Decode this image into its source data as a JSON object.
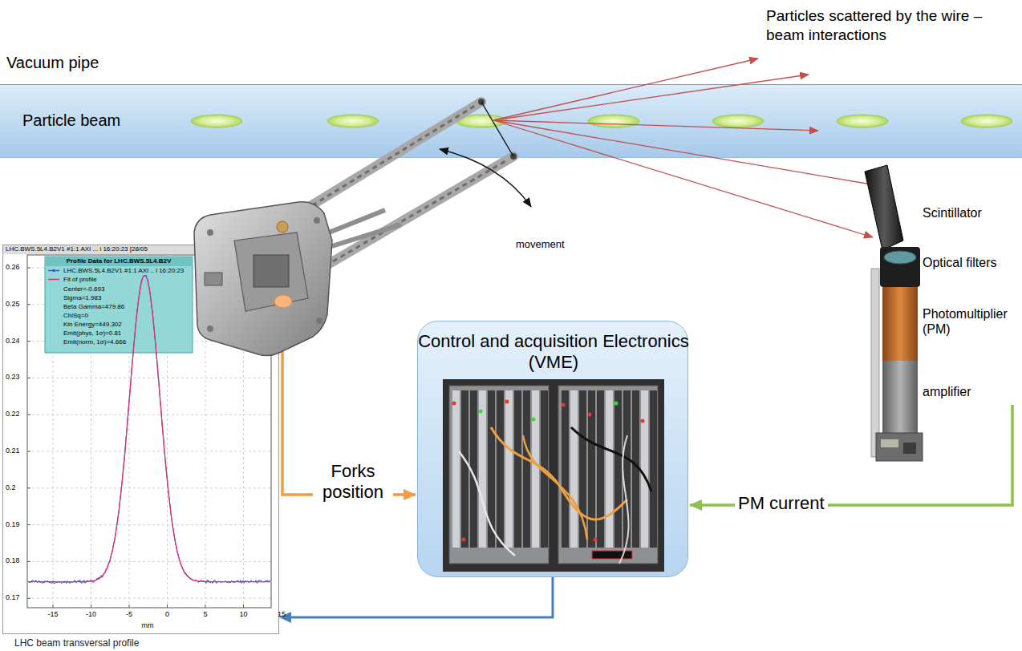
{
  "diagram": {
    "nodes": [
      {
        "text": [
          "Vacuum pipe",
          "Particle beam"
        ]
      },
      {
        "text": [
          "LHC beam transversal profile"
        ]
      },
      {
        "text": [
          "Control and acquisition Electronics (VME)"
        ]
      }
    ],
    "edges": [
      {
        "from": 2,
        "to": 1,
        "arrow": "to"
      }
    ],
    "labels": [
      "Particles scattered by the wire – beam interactions",
      "movement",
      "Scintillator",
      "Optical filters",
      "Photomultiplier (PM)",
      "amplifier",
      "Forks position",
      "PM current",
      "LHC.BWS.5L4.B2V1 #1:1 AXI ... i 16:20:23 [28/05",
      "Profile Data for LHC.BWS.5L4.B2V",
      "Center=-0.693",
      "Sigma=1.983",
      "Beta Gamma=479.86",
      "ChiSq=0",
      "Kin Energy=449.302",
      "Emit(phys, 1σ)=0.81",
      "Emit(norm, 1σ)=4.666",
      "0.26",
      "0.25",
      "0.24",
      "0.23",
      "0.22",
      "0.21",
      "0.2",
      "0.19",
      "0.18",
      "0.17",
      "-15",
      "-10",
      "-5",
      "0",
      "5",
      "10",
      "15",
      "mm"
    ],
    "legend": [
      {
        "text": "LHC.BWS.5L4.B2V1 #1:1 AXI .. i 16:20:23"
      },
      {
        "text": "Fit of profile"
      }
    ]
  }
}
